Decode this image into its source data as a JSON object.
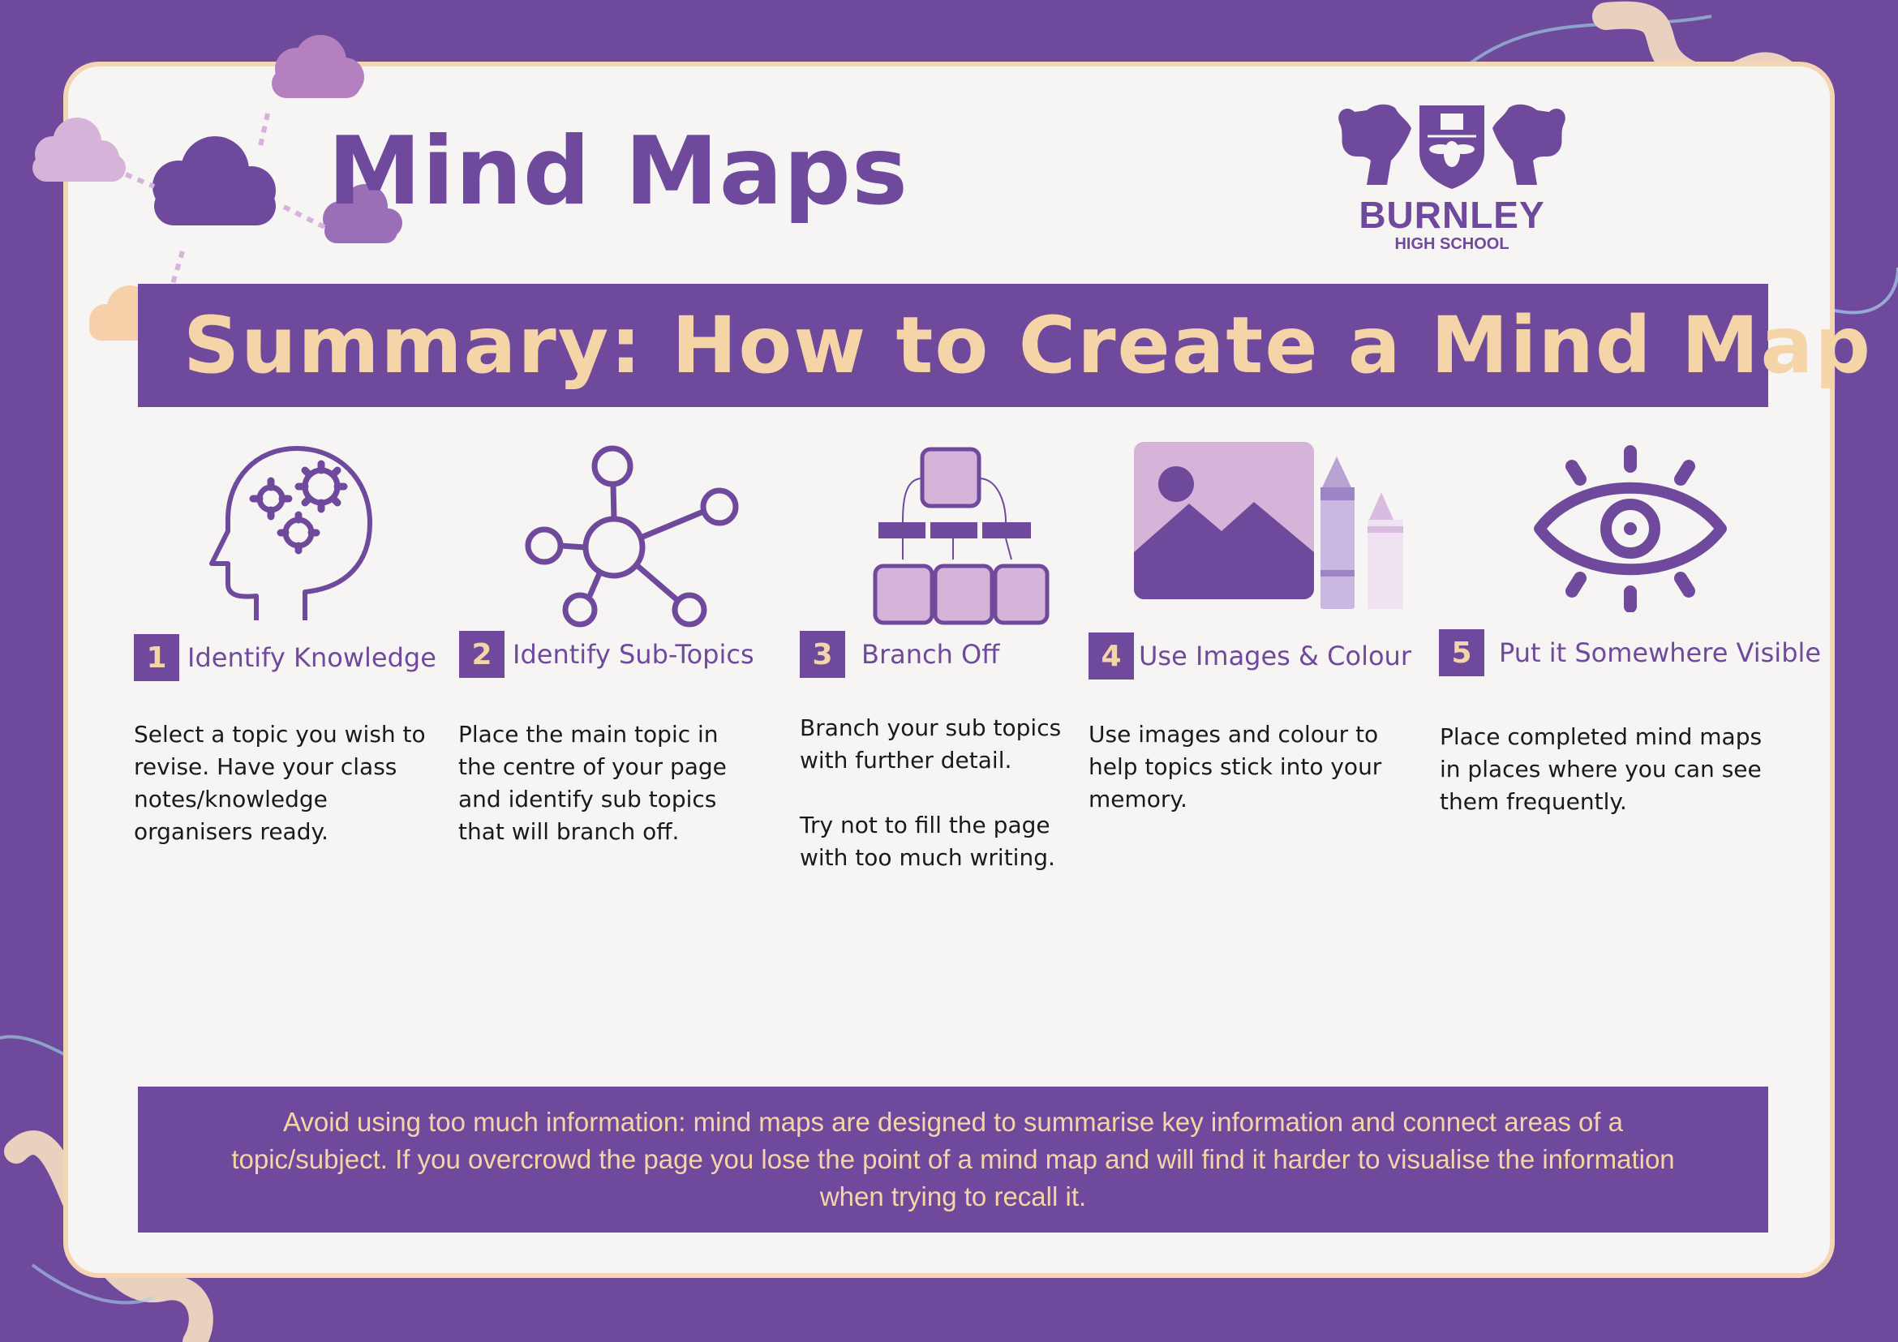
{
  "colors": {
    "background": "#6f4a9c",
    "card": "#f7f5f4",
    "accent_peach": "#f5d4a8",
    "light_lilac": "#d6b3d9",
    "text": "#1a1a1a"
  },
  "header": {
    "title": "Mind Maps",
    "logo": {
      "name": "BURNLEY",
      "subtitle": "HIGH SCHOOL",
      "icon": "school-crest-icon"
    }
  },
  "banner": {
    "text": "Summary: How to Create a Mind Map"
  },
  "steps": [
    {
      "number": "1",
      "title": "Identify Knowledge",
      "icon": "head-gears-icon",
      "description": [
        "Select a topic you wish to revise. Have your class notes/knowledge organisers ready."
      ]
    },
    {
      "number": "2",
      "title": "Identify Sub-Topics",
      "icon": "network-hub-icon",
      "description": [
        "Place the main topic in the centre of your page and identify sub topics that will branch off."
      ]
    },
    {
      "number": "3",
      "title": "Branch Off",
      "icon": "hierarchy-boxes-icon",
      "description": [
        "Branch your sub topics with further detail.",
        "Try not to fill the page with too much writing."
      ]
    },
    {
      "number": "4",
      "title": "Use Images & Colour",
      "icon": "picture-crayons-icon",
      "description": [
        "Use images and colour to help topics stick into your memory."
      ]
    },
    {
      "number": "5",
      "title": "Put it Somewhere Visible",
      "icon": "eye-icon",
      "description": [
        "Place completed mind maps in places where you can see them frequently."
      ]
    }
  ],
  "footer": {
    "text": "Avoid using too much information: mind maps are designed to summarise key information and connect areas of a topic/subject. If you overcrowd the page you lose the point of a mind map and will find it harder to visualise the information when trying to recall it."
  }
}
